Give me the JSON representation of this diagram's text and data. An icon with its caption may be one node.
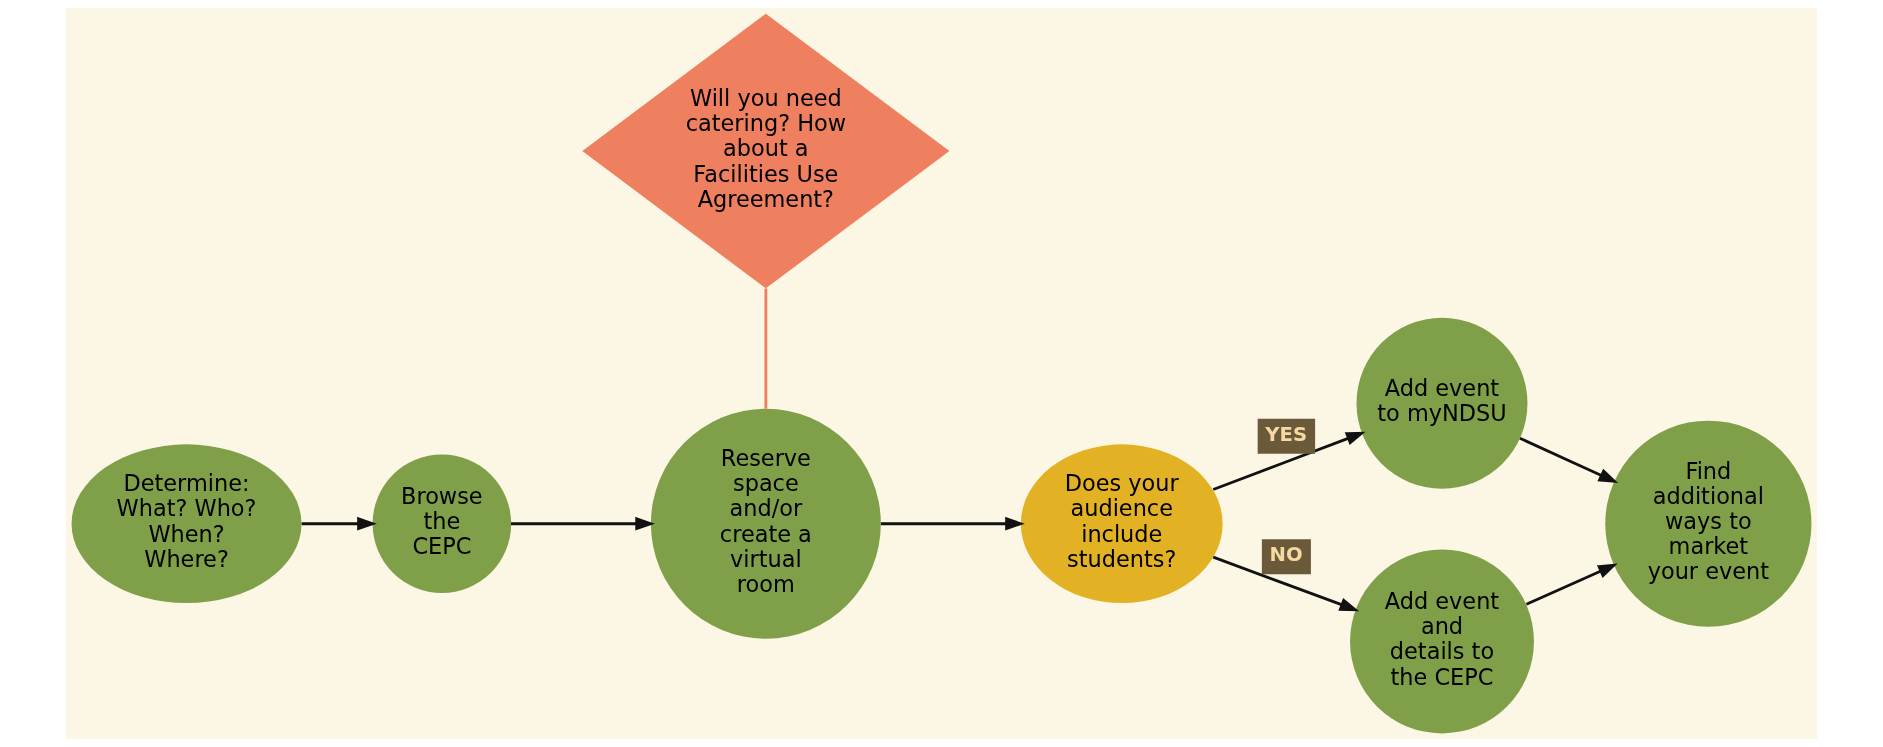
{
  "diagram": {
    "nodes": [
      {
        "text": [
          "Determine: What? Who? When? Where?"
        ]
      },
      {
        "text": [
          "Browse the CEPC"
        ]
      },
      {
        "text": [
          "Reserve space and/or create a virtual room"
        ]
      },
      {
        "text": [
          "Will you need catering? How about a Facilities Use Agreement?"
        ]
      },
      {
        "text": [
          "Does your audience include students?"
        ]
      },
      {
        "text": [
          "Add event to myNDSU"
        ]
      },
      {
        "text": [
          "Add event and details to the CEPC"
        ]
      },
      {
        "text": [
          "Find additional ways to market your event"
        ]
      }
    ],
    "edges": [
      {
        "from": 0,
        "to": 1,
        "arrow": "to"
      },
      {
        "from": 1,
        "to": 2,
        "arrow": "to"
      },
      {
        "from": 3,
        "to": 2,
        "arrow": "none",
        "color": "#ee7f5f"
      },
      {
        "from": 2,
        "to": 4,
        "arrow": "to"
      },
      {
        "from": 4,
        "to": 5,
        "arrow": "to",
        "label": "YES"
      },
      {
        "from": 4,
        "to": 6,
        "arrow": "to",
        "label": "NO"
      },
      {
        "from": 5,
        "to": 7,
        "arrow": "to"
      },
      {
        "from": 6,
        "to": 7,
        "arrow": "to"
      }
    ]
  }
}
